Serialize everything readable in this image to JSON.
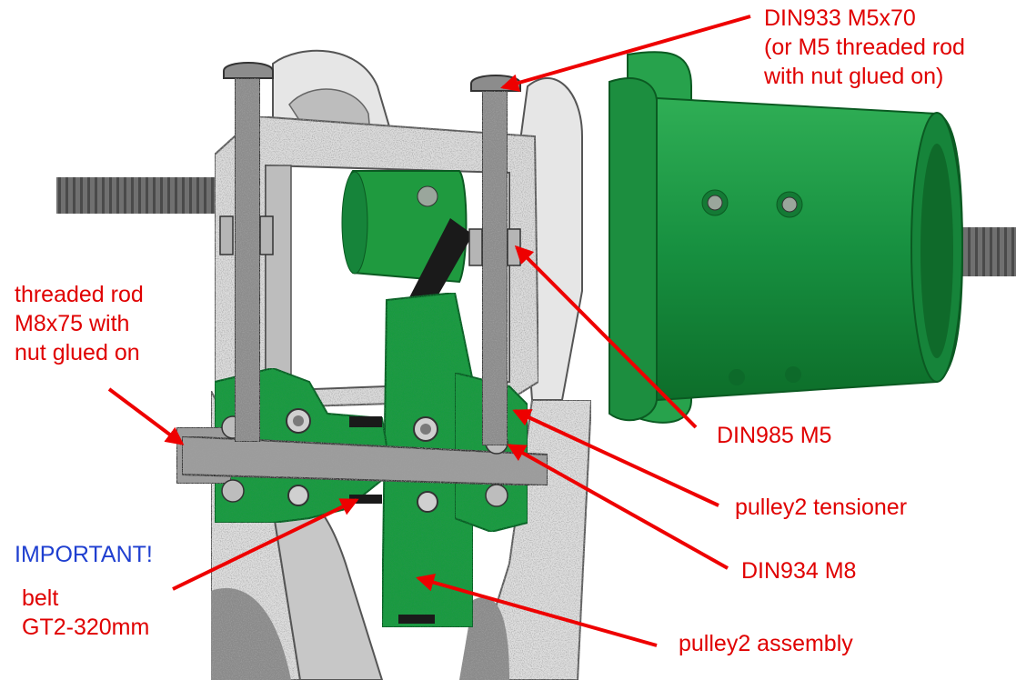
{
  "colors": {
    "label_red": "#e00000",
    "label_blue": "#1f3fd0",
    "arrow_red": "#ee0000",
    "part_green": "#1f9a3f",
    "part_green_dark": "#0f6a26",
    "frame_grey": "#d8d8d8",
    "speckle_grey": "#8a8a8a",
    "rod_grey": "#6a6a6a",
    "belt_black": "#1a1a1a"
  },
  "labels": {
    "din933": {
      "line1": "DIN933 M5x70",
      "line2": "(or M5 threaded rod",
      "line3": "with nut glued on)"
    },
    "threaded_rod": {
      "line1": "threaded rod",
      "line2": "M8x75 with",
      "line3": "nut glued on"
    },
    "din985": "DIN985 M5",
    "pulley2_tensioner": "pulley2 tensioner",
    "din934": "DIN934 M8",
    "important": "IMPORTANT!",
    "belt": {
      "line1": "belt",
      "line2": "GT2-320mm"
    },
    "pulley2_assembly": "pulley2 assembly"
  },
  "icons": [
    "arrow-icon"
  ]
}
